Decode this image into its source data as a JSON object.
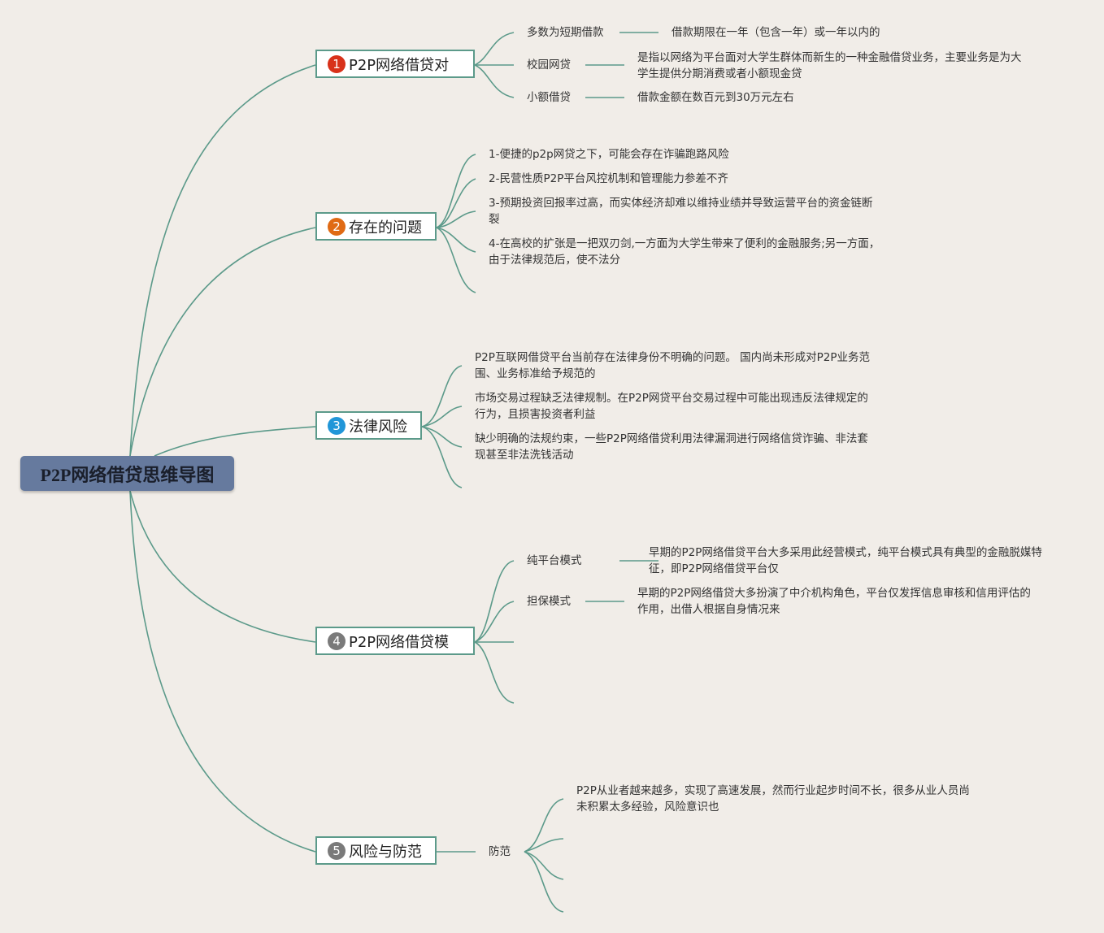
{
  "colors": {
    "line": "#5c9a8a",
    "root_bg": "#667a9e",
    "badge1": "#d8311a",
    "badge2": "#e06a14",
    "badge3": "#2196d8",
    "badge4": "#7a7a7a",
    "badge5": "#7a7a7a"
  },
  "root": {
    "label": "P2P网络借贷思维导图"
  },
  "branches": [
    {
      "num": "1",
      "label": "P2P网络借贷对",
      "items": [
        {
          "label": "多数为短期借款",
          "detail": [
            "借款期限在一年（包含一年）或一年以内的"
          ]
        },
        {
          "label": "校园网贷",
          "detail": [
            "是指以网络为平台面对大学生群体而新生的一种金融借贷业务，主要业务是为大",
            "学生提供分期消费或者小额现金贷"
          ]
        },
        {
          "label": "小额借贷",
          "detail": [
            "借款金额在数百元到30万元左右"
          ]
        }
      ]
    },
    {
      "num": "2",
      "label": "存在的问题",
      "items": [
        {
          "lines": [
            "1-便捷的p2p网贷之下，可能会存在诈骗跑路风险"
          ]
        },
        {
          "lines": [
            "2-民营性质P2P平台风控机制和管理能力参差不齐"
          ]
        },
        {
          "lines": [
            "3-预期投资回报率过高，而实体经济却难以维持业绩并导致运营平台的资金链断",
            "裂"
          ]
        },
        {
          "lines": [
            "4-在高校的扩张是一把双刃剑,一方面为大学生带来了便利的金融服务;另一方面，",
            "由于法律规范后，使不法分"
          ]
        }
      ]
    },
    {
      "num": "3",
      "label": "法律风险",
      "items": [
        {
          "lines": [
            "P2P互联网借贷平台当前存在法律身份不明确的问题。 国内尚未形成对P2P业务范",
            "围、业务标准给予规范的"
          ]
        },
        {
          "lines": [
            "市场交易过程缺乏法律规制。在P2P网贷平台交易过程中可能出现违反法律规定的",
            "行为，且损害投资者利益"
          ]
        },
        {
          "lines": [
            "缺少明确的法规约束，一些P2P网络借贷利用法律漏洞进行网络信贷诈骗、非法套",
            "现甚至非法洗钱活动"
          ]
        }
      ]
    },
    {
      "num": "4",
      "label": "P2P网络借贷模",
      "items": [
        {
          "label": "纯平台模式",
          "detail": [
            "早期的P2P网络借贷平台大多采用此经营模式，纯平台模式具有典型的金融脱媒特",
            "征，即P2P网络借贷平台仅"
          ]
        },
        {
          "label": "担保模式",
          "detail": [
            "早期的P2P网络借贷大多扮演了中介机构角色，平台仅发挥信息审核和信用评估的",
            "作用，出借人根据自身情况来"
          ]
        }
      ]
    },
    {
      "num": "5",
      "label": "风险与防范",
      "items": [
        {
          "label": "防范",
          "detail": [
            "P2P从业者越来越多，实现了高速发展，然而行业起步时间不长，很多从业人员尚",
            "未积累太多经验，风险意识也"
          ]
        }
      ]
    }
  ]
}
